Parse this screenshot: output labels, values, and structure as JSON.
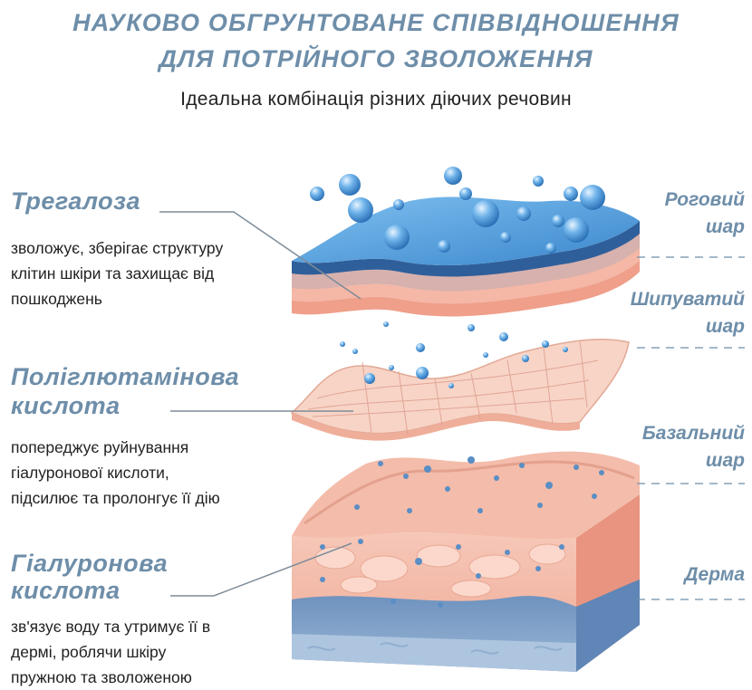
{
  "header": {
    "title_line1": "НАУКОВО ОБГРУНТОВАНЕ СПІВВІДНОШЕННЯ",
    "title_line2": "ДЛЯ ПОТРІЙНОГО ЗВОЛОЖЕННЯ",
    "subtitle": "Ідеальна комбінація різних діючих речовин"
  },
  "ingredients": [
    {
      "name": "Трегалоза",
      "description": [
        "зволожує, зберігає структуру",
        "клітин шкіри та захищає від",
        "пошкоджень"
      ]
    },
    {
      "name_line1": "Поліглютамінова",
      "name_line2": "кислота",
      "description": [
        "попереджує руйнування",
        "гіалуронової кислоти,",
        "підсилює та пролонгує її дію"
      ]
    },
    {
      "name_line1": "Гіалуронова",
      "name_line2": "кислота",
      "description": [
        "зв'язує воду та утримує її в",
        "дермі, роблячи шкіру",
        "пружною та зволоженою"
      ]
    }
  ],
  "layers": [
    {
      "line1": "Роговий",
      "line2": "шар"
    },
    {
      "line1": "Шипуватий",
      "line2": "шар"
    },
    {
      "line1": "Базальний",
      "line2": "шар"
    },
    {
      "line1": "Дерма"
    }
  ],
  "colors": {
    "accent": "#6e8ea9",
    "text": "#222222",
    "water": "#4a90d0",
    "skin": "#f2b8a8"
  }
}
